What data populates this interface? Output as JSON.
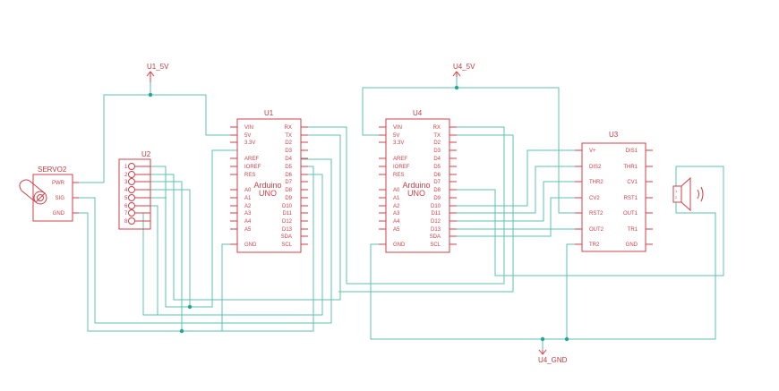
{
  "net_labels": {
    "u1_5v": "U1_5V",
    "u4_5v": "U4_5V",
    "u4_gnd": "U4_GND"
  },
  "u1": {
    "ref": "U1",
    "value_line1": "Arduino",
    "value_line2": "UNO",
    "left_pins": [
      "VIN",
      "5V",
      "3.3V",
      "AREF",
      "IOREF",
      "RES",
      "A0",
      "A1",
      "A2",
      "A3",
      "A4",
      "A5",
      "GND"
    ],
    "right_pins": [
      "RX",
      "TX",
      "D2",
      "D3",
      "D4",
      "D5",
      "D6",
      "D7",
      "D8",
      "D9",
      "D10",
      "D11",
      "D12",
      "D13",
      "SDA",
      "SCL"
    ]
  },
  "u4": {
    "ref": "U4",
    "value_line1": "Arduino",
    "value_line2": "UNO",
    "left_pins": [
      "VIN",
      "5V",
      "3.3V",
      "AREF",
      "IOREF",
      "RES",
      "A0",
      "A1",
      "A2",
      "A3",
      "A4",
      "A5",
      "GND"
    ],
    "right_pins": [
      "RX",
      "TX",
      "D2",
      "D3",
      "D4",
      "D5",
      "D6",
      "D7",
      "D8",
      "D9",
      "D10",
      "D11",
      "D12",
      "D13",
      "SDA",
      "SCL"
    ]
  },
  "u2": {
    "ref": "U2",
    "pins": [
      "1",
      "2",
      "3",
      "4",
      "5",
      "6",
      "7",
      "8"
    ]
  },
  "u3": {
    "ref": "U3",
    "left_pins": [
      "V+",
      "DIS2",
      "THR2",
      "CV2",
      "RST2",
      "OUT2",
      "TR2"
    ],
    "right_pins": [
      "DIS1",
      "THR1",
      "CV1",
      "RST1",
      "OUT1",
      "TR1",
      "GND"
    ]
  },
  "servo": {
    "ref": "SERVO2",
    "pins": [
      "PWR",
      "SIG",
      "GND"
    ]
  },
  "speaker": {
    "terminal_1": "1",
    "terminal_2": "2"
  },
  "colors": {
    "wire": "#5ec2b2",
    "part": "#d0404a",
    "junction": "#27a592"
  }
}
